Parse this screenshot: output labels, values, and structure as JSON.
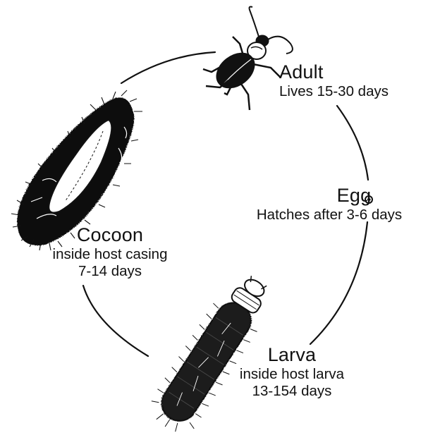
{
  "stages": {
    "adult": {
      "title": "Adult",
      "lines": [
        "Lives 15-30 days"
      ]
    },
    "egg": {
      "title": "Egg",
      "lines": [
        "Hatches after 3-6 days"
      ]
    },
    "larva": {
      "title": "Larva",
      "lines": [
        "inside host larva",
        "13-154 days"
      ]
    },
    "cocoon": {
      "title": "Cocoon",
      "lines": [
        "inside host casing",
        "7-14 days"
      ]
    }
  },
  "colors": {
    "ink": "#111111",
    "background": "#ffffff"
  },
  "icons": [
    "beetle-adult-icon",
    "egg-icon",
    "larva-icon",
    "cocoon-icon"
  ]
}
